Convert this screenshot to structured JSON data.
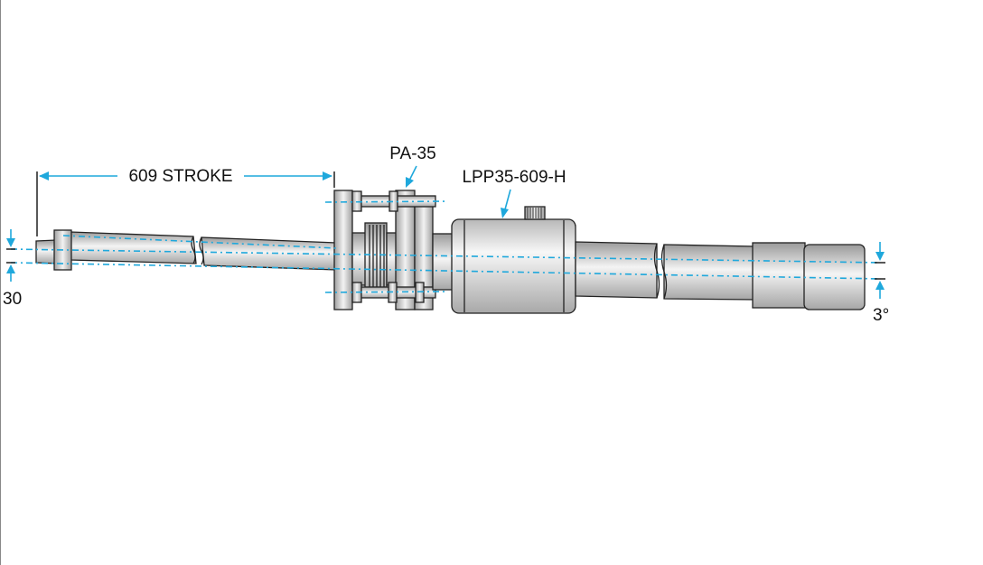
{
  "colors": {
    "accent": "#1fa8dc",
    "metal_dark": "#9a9a9a",
    "metal_light": "#f4f4f4",
    "outline": "#222222"
  },
  "labels": {
    "stroke": "609 STROKE",
    "coupling": "PA-35",
    "actuator": "LPP35-609-H",
    "offset": "30",
    "angle": "3°"
  }
}
